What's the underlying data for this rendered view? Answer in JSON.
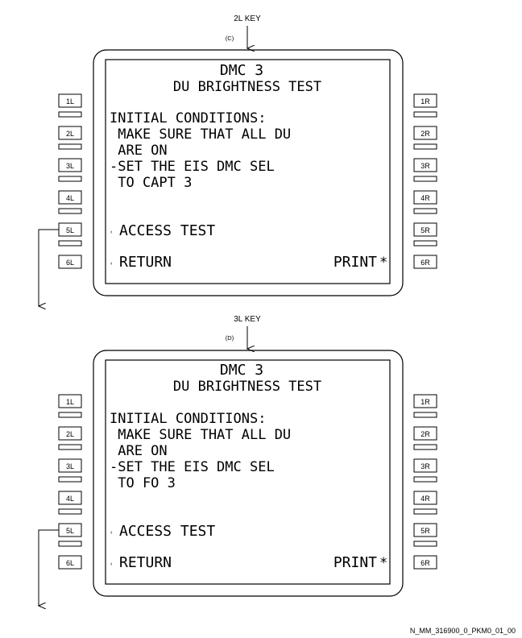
{
  "panels": [
    {
      "key_label": "2L KEY",
      "callout": "(C)",
      "screen": {
        "title": "DMC 3",
        "subtitle": "DU BRIGHTNESS TEST",
        "lines": [
          "INITIAL CONDITIONS:",
          " MAKE SURE THAT ALL DU",
          " ARE ON",
          "-SET THE EIS DMC SEL",
          " TO CAPT 3"
        ],
        "access_label": "ACCESS TEST",
        "return_label": "RETURN",
        "print_label": "PRINT",
        "left_prompt_glyph": "‹",
        "print_star": "*"
      },
      "left_keys": [
        "1L",
        "2L",
        "3L",
        "4L",
        "5L",
        "6L"
      ],
      "right_keys": [
        "1R",
        "2R",
        "3R",
        "4R",
        "5R",
        "6R"
      ]
    },
    {
      "key_label": "3L KEY",
      "callout": "(D)",
      "screen": {
        "title": "DMC 3",
        "subtitle": "DU BRIGHTNESS TEST",
        "lines": [
          "INITIAL CONDITIONS:",
          " MAKE SURE THAT ALL DU",
          " ARE ON",
          "-SET THE EIS DMC SEL",
          " TO FO 3"
        ],
        "access_label": "ACCESS TEST",
        "return_label": "RETURN",
        "print_label": "PRINT",
        "left_prompt_glyph": "‹",
        "print_star": "*"
      },
      "left_keys": [
        "1L",
        "2L",
        "3L",
        "4L",
        "5L",
        "6L"
      ],
      "right_keys": [
        "1R",
        "2R",
        "3R",
        "4R",
        "5R",
        "6R"
      ]
    }
  ],
  "reference_code": "N_MM_316900_0_PKM0_01_00"
}
